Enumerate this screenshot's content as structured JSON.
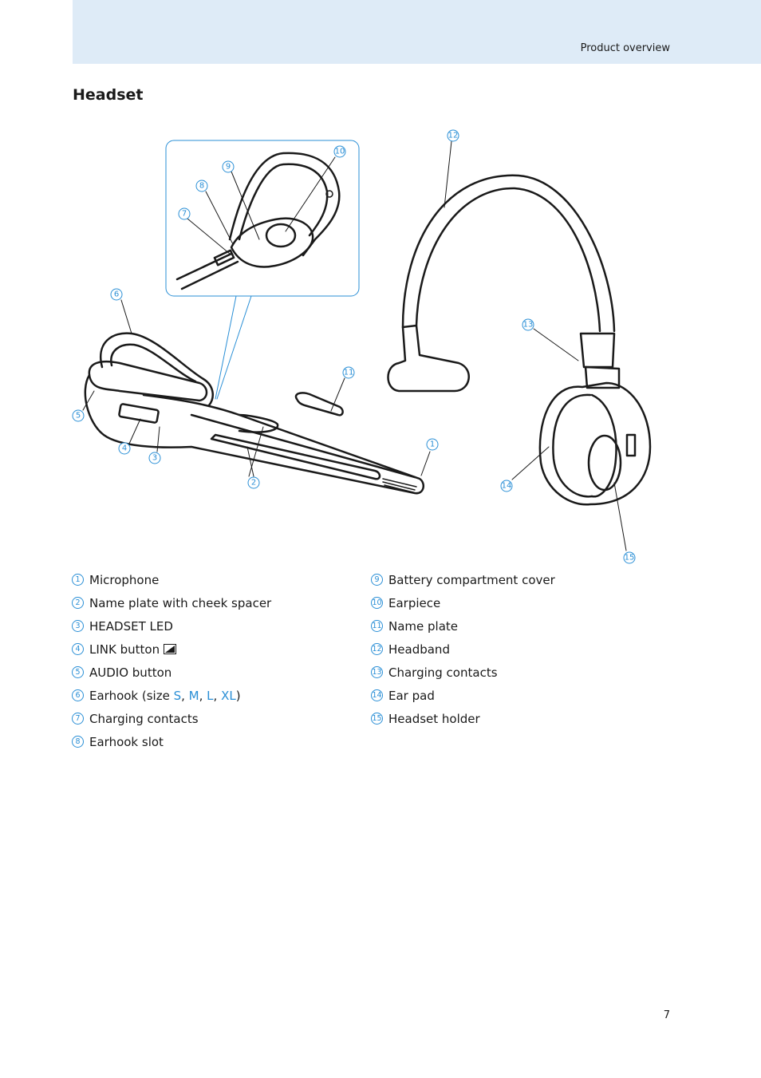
{
  "header": {
    "section_label": "Product overview"
  },
  "heading": "Headset",
  "callouts": {
    "c1": "1",
    "c2": "2",
    "c3": "3",
    "c4": "4",
    "c5": "5",
    "c6": "6",
    "c7": "7",
    "c8": "8",
    "c9": "9",
    "c10": "10",
    "c11": "11",
    "c12": "12",
    "c13": "13",
    "c14": "14",
    "c15": "15"
  },
  "legend_left": [
    {
      "num": "1",
      "label": "Microphone"
    },
    {
      "num": "2",
      "label": "Name plate with cheek spacer"
    },
    {
      "num": "3",
      "label": "HEADSET LED"
    },
    {
      "num": "4",
      "label": "LINK button"
    },
    {
      "num": "5",
      "label": "AUDIO button"
    },
    {
      "num": "6",
      "label_prefix": "Earhook (size ",
      "sizes": [
        "S",
        "M",
        "L",
        "XL"
      ],
      "sep": ", ",
      "label_suffix": ")"
    },
    {
      "num": "7",
      "label": "Charging contacts"
    },
    {
      "num": "8",
      "label": "Earhook slot"
    }
  ],
  "legend_right": [
    {
      "num": "9",
      "label": "Battery compartment cover"
    },
    {
      "num": "10",
      "label": "Earpiece"
    },
    {
      "num": "11",
      "label": "Name plate"
    },
    {
      "num": "12",
      "label": "Headband"
    },
    {
      "num": "13",
      "label": "Charging contacts"
    },
    {
      "num": "14",
      "label": "Ear pad"
    },
    {
      "num": "15",
      "label": "Headset holder"
    }
  ],
  "page_number": "7",
  "colors": {
    "accent": "#2a8fd6",
    "header_band": "#deebf7",
    "line": "#1a1a1a"
  }
}
